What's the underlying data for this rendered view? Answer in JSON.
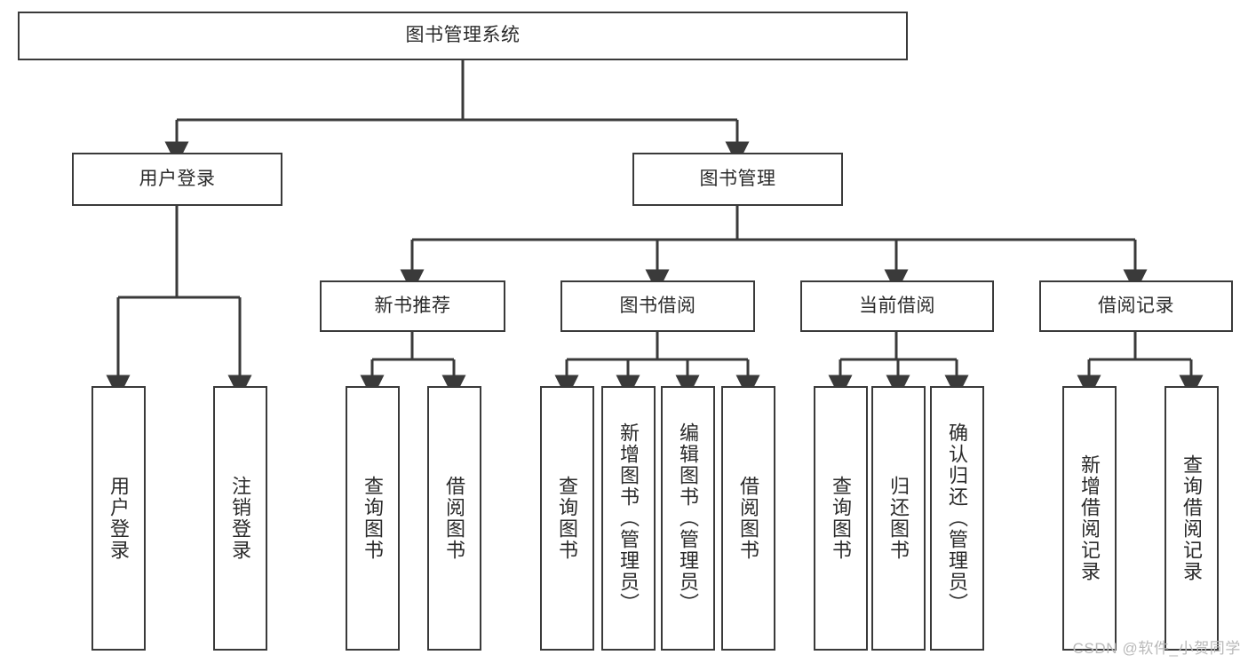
{
  "diagram": {
    "title_node": {
      "label": "图书管理系统"
    },
    "level2": [
      {
        "id": "user-login",
        "label": "用户登录"
      },
      {
        "id": "book-management",
        "label": "图书管理"
      }
    ],
    "level3": [
      {
        "id": "new-book-recommend",
        "label": "新书推荐"
      },
      {
        "id": "book-borrow",
        "label": "图书借阅"
      },
      {
        "id": "current-borrow",
        "label": "当前借阅"
      },
      {
        "id": "borrow-record",
        "label": "借阅记录"
      }
    ],
    "leaves": [
      {
        "id": "leaf-user-login",
        "label": "用户登录"
      },
      {
        "id": "leaf-logout-login",
        "label": "注销登录"
      },
      {
        "id": "leaf-query-book-1",
        "label": "查询图书"
      },
      {
        "id": "leaf-borrow-book-1",
        "label": "借阅图书"
      },
      {
        "id": "leaf-query-book-2",
        "label": "查询图书"
      },
      {
        "id": "leaf-add-book-admin",
        "label": "新增图书（管理员）"
      },
      {
        "id": "leaf-edit-book-admin",
        "label": "编辑图书（管理员）"
      },
      {
        "id": "leaf-borrow-book-2",
        "label": "借阅图书"
      },
      {
        "id": "leaf-query-book-3",
        "label": "查询图书"
      },
      {
        "id": "leaf-return-book",
        "label": "归还图书"
      },
      {
        "id": "leaf-confirm-return-admin",
        "label": "确认归还（管理员）"
      },
      {
        "id": "leaf-add-borrow-record",
        "label": "新增借阅记录"
      },
      {
        "id": "leaf-query-borrow-record",
        "label": "查询借阅记录"
      }
    ]
  },
  "watermark": {
    "text": "CSDN @软件_小贺同学"
  },
  "colors": {
    "stroke": "#3a3a3a",
    "fill": "#ffffff",
    "text": "#2b2b2b",
    "watermark": "#b9b9b9"
  }
}
